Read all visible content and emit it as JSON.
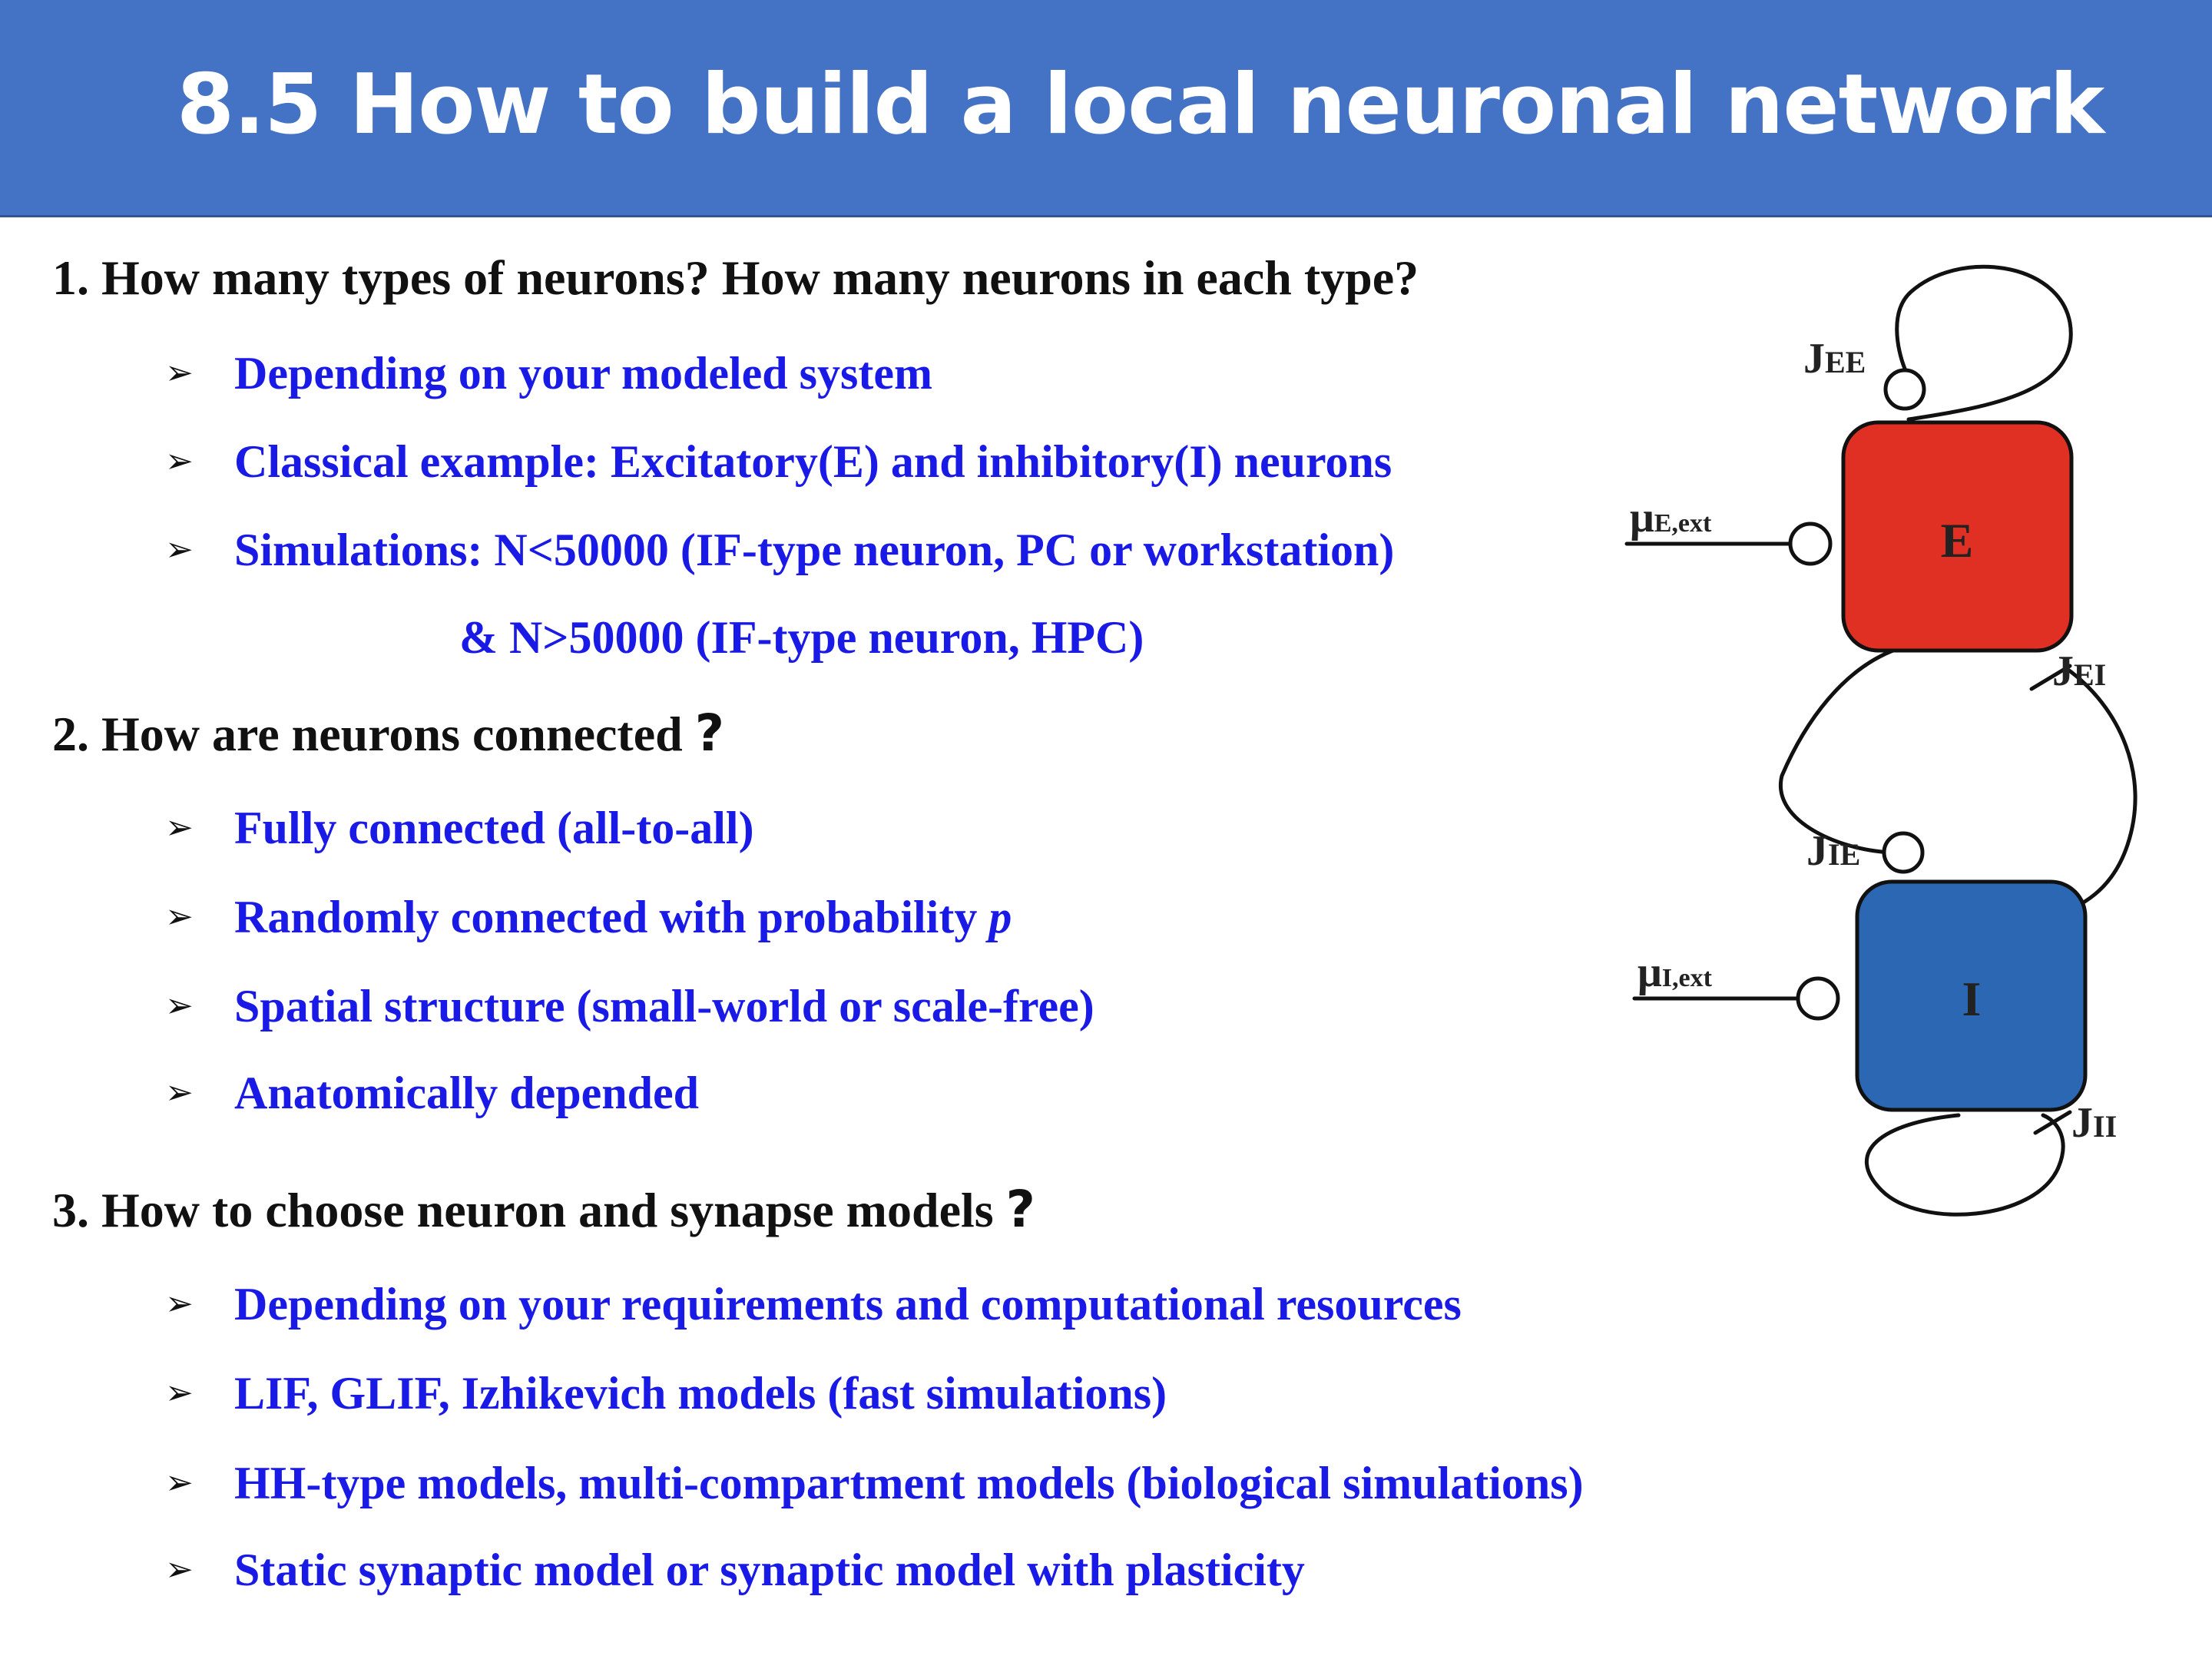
{
  "title": "8.5 How to build a local neuronal network",
  "sections": [
    {
      "question": "1. How many types of neurons? How many neurons in each type?",
      "bullets": [
        "Depending on your modeled system",
        "Classical example: Excitatory(E) and inhibitory(I) neurons",
        "Simulations: N<50000 (IF-type neuron, PC or workstation)"
      ],
      "continuation": "& N>50000 (IF-type neuron, HPC)"
    },
    {
      "question": "2. How are neurons connected",
      "question_mark": "?",
      "bullets": [
        "Fully connected (all-to-all)",
        "Randomly connected with probability ",
        "Spatial structure (small-world or scale-free)",
        "Anatomically depended"
      ],
      "bullet2_italic": "p"
    },
    {
      "question": "3. How to choose neuron and synapse models",
      "question_mark": "?",
      "bullets": [
        "Depending on your requirements and computational resources",
        "LIF, GLIF, Izhikevich models (fast simulations)",
        "HH-type models, multi-compartment models (biological simulations)",
        "Static synaptic model or synaptic model with plasticity"
      ]
    }
  ],
  "bullet_glyph": "➢",
  "diagram": {
    "node_e": "E",
    "node_i": "I",
    "j_main": "J",
    "labels": {
      "jee": "EE",
      "jei": "EI",
      "jie": "IE",
      "jii": "II",
      "mu": "μ",
      "mu_e": "E,ext",
      "mu_i": "I,ext"
    },
    "colors": {
      "excitatory": "#e03024",
      "inhibitory": "#2c67b4"
    }
  }
}
